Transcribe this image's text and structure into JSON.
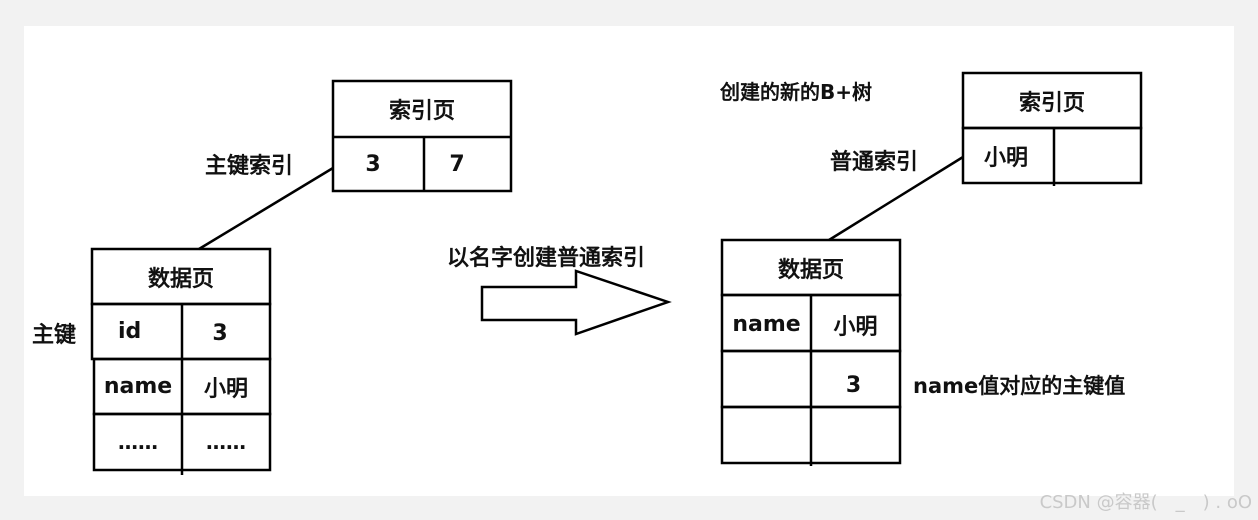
{
  "left": {
    "primary_index_label": "主键索引",
    "index_page": {
      "header": "索引页",
      "cells": [
        "3",
        "7"
      ]
    },
    "primary_key_label": "主键",
    "data_page": {
      "header": "数据页",
      "rows": [
        [
          "id",
          "3"
        ],
        [
          "name",
          "小明"
        ],
        [
          "……",
          "……"
        ]
      ]
    }
  },
  "arrow_label": "以名字创建普通索引",
  "right": {
    "new_tree_label": "创建的新的B+树",
    "secondary_index_label": "普通索引",
    "index_page": {
      "header": "索引页",
      "cells": [
        "小明",
        ""
      ]
    },
    "data_page": {
      "header": "数据页",
      "rows": [
        [
          "name",
          "小明"
        ],
        [
          "",
          "3"
        ],
        [
          "",
          ""
        ]
      ]
    },
    "pk_value_label": "name值对应的主键值"
  },
  "watermark": "CSDN @容器(　_　) . oO"
}
